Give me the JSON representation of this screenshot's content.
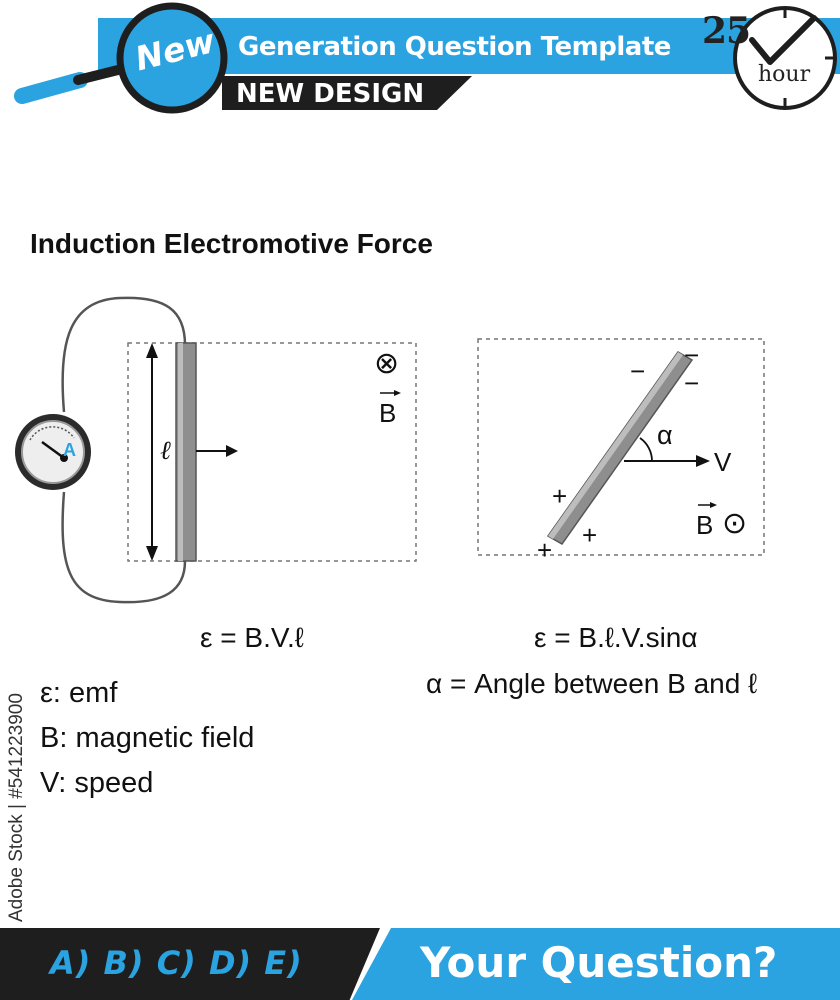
{
  "header": {
    "badge": "New",
    "title": "Generation Question Template",
    "subtitle": "NEW DESIGN",
    "clock_number": "25",
    "clock_unit": "hour"
  },
  "content": {
    "title": "Induction Electromotive Force",
    "figure_left": {
      "ammeter_label": "A",
      "length_symbol": "ℓ",
      "field_symbol": "⊗",
      "field_label": "B",
      "formula": "ε = B.V.ℓ"
    },
    "figure_right": {
      "angle_symbol": "α",
      "velocity_label": "V",
      "field_label": "B",
      "field_symbol": "⊙",
      "charge_negative": "−",
      "charge_positive": "+",
      "formula": "ε = B.ℓ.V.sinα",
      "formula_note": "α = Angle between B and ℓ"
    },
    "legend": [
      "ε: emf",
      "B: magnetic field",
      "V: speed"
    ]
  },
  "stock_id": "Adobe Stock | #541223900",
  "footer": {
    "options": "A) B) C) D) E)",
    "question": "Your Question?"
  },
  "colors": {
    "accent_blue": "#2aa3e0",
    "dark": "#1e1e1e",
    "rod_gray": "#8e8e8e"
  }
}
